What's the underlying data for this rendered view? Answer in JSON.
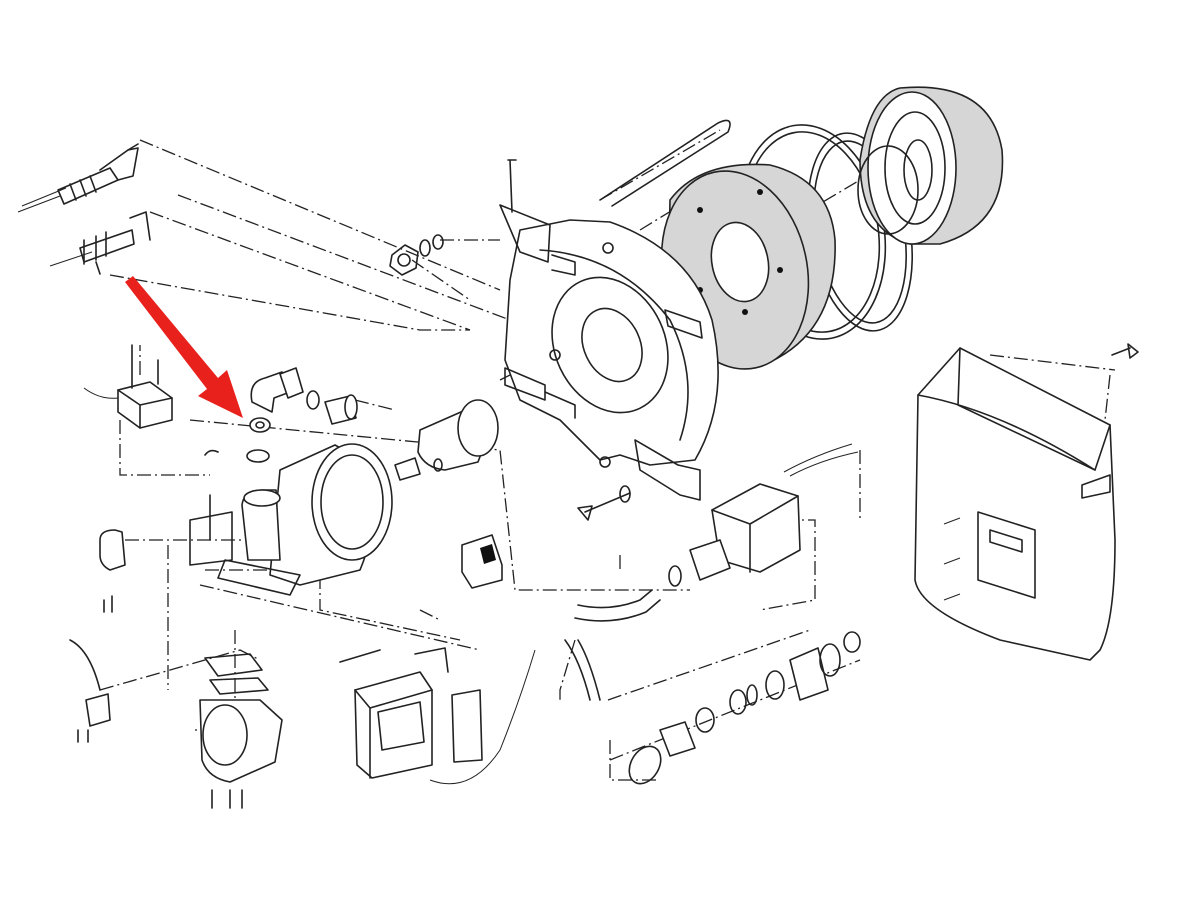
{
  "diagram": {
    "kind": "exploded-parts-view",
    "subject": "burner-assembly",
    "pointer": {
      "color": "#e8211d",
      "target": "nozzle-washer"
    },
    "line_color": "#222222",
    "background": "#ffffff",
    "shaded_parts_color": "#d6d6d6"
  }
}
